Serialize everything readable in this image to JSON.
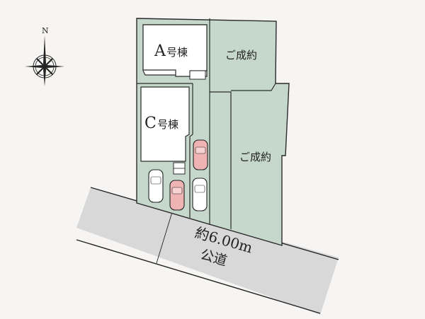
{
  "compass": {
    "north_label": "N"
  },
  "lots": {
    "a": {
      "label_letter": "A",
      "label_suffix": "号棟"
    },
    "c": {
      "label_letter": "C",
      "label_suffix": "号棟"
    },
    "sold_upper": {
      "label": "ご成約"
    },
    "sold_lower": {
      "label": "ご成約"
    }
  },
  "road": {
    "width_label": "約6.00m",
    "type_label": "公道"
  },
  "colors": {
    "background": "#f6f5f3",
    "lot_fill": "#c6d8cc",
    "road_fill": "#d8d8d9",
    "building_fill": "#ffffff",
    "car_pink": "#efb3b3",
    "car_white": "#ffffff",
    "outline": "#2b2b2b"
  }
}
